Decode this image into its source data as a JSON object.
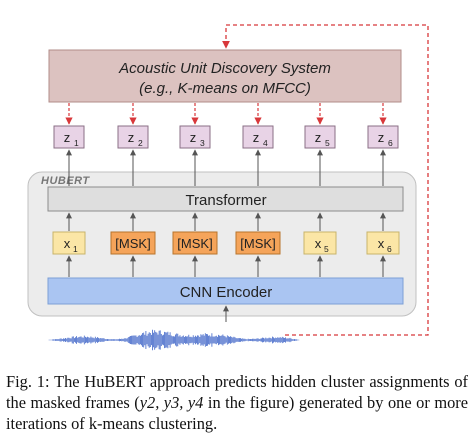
{
  "diagram": {
    "discovery_box": {
      "line1": "Acoustic Unit Discovery System",
      "line2": "(e.g., K-means on MFCC)"
    },
    "hubert_label": "HUBERT",
    "transformer_label": "Transformer",
    "cnn_label": "CNN Encoder",
    "z_base": "z",
    "z_tokens": [
      {
        "sub": "1"
      },
      {
        "sub": "2"
      },
      {
        "sub": "3"
      },
      {
        "sub": "4"
      },
      {
        "sub": "5"
      },
      {
        "sub": "6"
      }
    ],
    "input_tokens": [
      {
        "text": "x",
        "sub": "1",
        "masked": false
      },
      {
        "text": "[MSK]",
        "sub": "",
        "masked": true
      },
      {
        "text": "[MSK]",
        "sub": "",
        "masked": true
      },
      {
        "text": "[MSK]",
        "sub": "",
        "masked": true
      },
      {
        "text": "x",
        "sub": "5",
        "masked": false
      },
      {
        "text": "x",
        "sub": "6",
        "masked": false
      }
    ],
    "colors": {
      "discovery_fill": "#dcc2c0",
      "discovery_stroke": "#b28c89",
      "z_fill": "#e8d3e6",
      "hubert_fill": "#ececec",
      "transformer_fill": "#dedede",
      "unmasked_fill": "#fbe6a6",
      "masked_fill": "#f5a45a",
      "cnn_fill": "#aac5f2",
      "dashed_red": "#d8383b",
      "waveform": "#3e64c8"
    }
  },
  "caption": {
    "prefix": "Fig. 1: The HuBERT approach predicts hidden cluster assignments of the masked frames (",
    "math": "y2, y3, y4",
    "suffix": " in the figure) generated by one or more iterations of k-means clustering."
  }
}
